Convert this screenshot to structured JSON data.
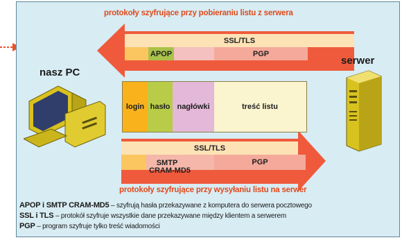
{
  "banners": {
    "top": "protokoły szyfrujące przy pobieraniu listu z serwera",
    "bottom": "protokoły szyfrujące przy wysyłaniu listu na serwer"
  },
  "labels": {
    "pc": "nasz PC",
    "server": "serwer"
  },
  "download_arrow": {
    "ssl": "SSL/TLS",
    "apop": "APOP",
    "pgp": "PGP"
  },
  "message": {
    "login": "login",
    "password": "hasło",
    "headers": "nagłówki",
    "body": "treść listu"
  },
  "upload_arrow": {
    "ssl": "SSL/TLS",
    "smtp_line1": "SMTP",
    "smtp_line2": "CRAM-MD5",
    "pgp": "PGP"
  },
  "legend": [
    {
      "term": "APOP i SMTP CRAM-MD5",
      "desc": " – szyfrują hasła przekazywane z komputera do serwera pocztowego"
    },
    {
      "term": "SSL i TLS",
      "desc": " – protokół szyfruje wszystkie dane przekazywane między klientem a serwerem"
    },
    {
      "term": "PGP",
      "desc": " – program szyfruje tylko treść wiadomości"
    }
  ],
  "colors": {
    "arrow_red": "#ef5a3c",
    "ssl_band": "#fde2b6",
    "apop": "#a9c24a",
    "pgp": "#f4a99a",
    "login": "#f9b21b",
    "password": "#b9cc48",
    "headers": "#e3b8d8",
    "body": "#faf4cf",
    "background": "#d8ecf3"
  }
}
